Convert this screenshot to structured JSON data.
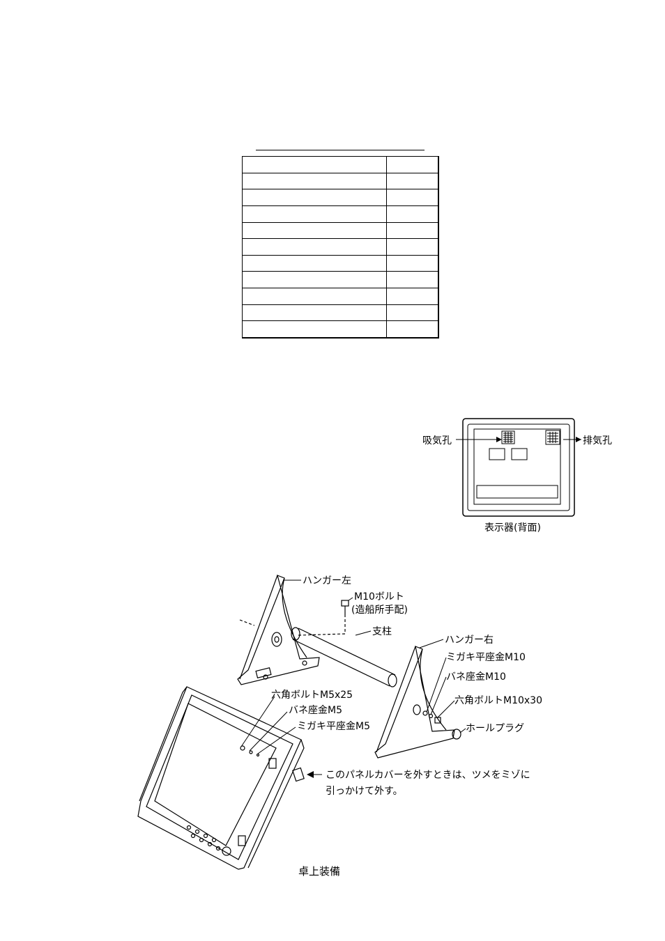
{
  "table": {
    "rows": [
      [
        "",
        ""
      ],
      [
        "",
        ""
      ],
      [
        "",
        ""
      ],
      [
        "",
        ""
      ],
      [
        "",
        ""
      ],
      [
        "",
        ""
      ],
      [
        "",
        ""
      ],
      [
        "",
        ""
      ],
      [
        "",
        ""
      ],
      [
        "",
        ""
      ],
      [
        "",
        ""
      ]
    ]
  },
  "rear_view": {
    "intake_label": "吸気孔",
    "exhaust_label": "排気孔",
    "caption": "表示器(背面)"
  },
  "desktop": {
    "hanger_left": "ハンガー左",
    "m10_bolt_line1": "M10ボルト",
    "m10_bolt_line2": "(造船所手配)",
    "pillar": "支柱",
    "hanger_right": "ハンガー右",
    "polished_washer_m10": "ミガキ平座金M10",
    "spring_washer_m10": "バネ座金M10",
    "hex_bolt_m10": "六角ボルトM10x30",
    "hole_plug": "ホールプラグ",
    "hex_bolt_m5": "六角ボルトM5x25",
    "spring_washer_m5": "バネ座金M5",
    "polished_washer_m5": "ミガキ平座金M5",
    "note_line1": "このパネルカバーを外すときは、ツメをミゾに",
    "note_line2": "引っかけて外す。",
    "caption": "卓上装備"
  }
}
